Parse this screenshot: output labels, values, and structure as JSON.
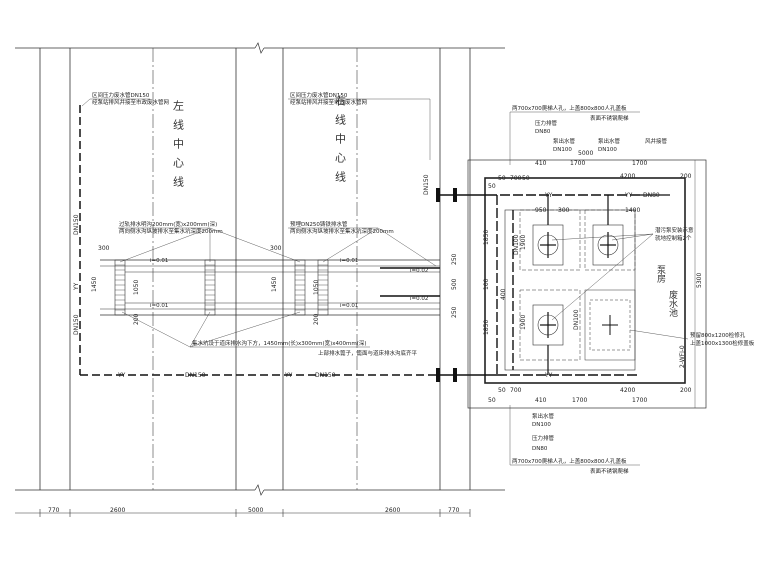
{
  "labels": {
    "left_centerline": "左线中心线",
    "right_centerline": "右线中心线",
    "pipe_dn150_left": "DN150",
    "pipe_dn150_right": "DN150",
    "pipe_note_left_1": "区间压力废水管DN150",
    "pipe_note_left_2": "经泵站排风井接至市政废水管网",
    "pipe_note_right_1": "区间压力废水管DN150",
    "pipe_note_right_2": "经泵站排风井接至市政废水管网",
    "dn150_vertical": "DN150",
    "yy": "YY",
    "bottom_dn150_a": "DN150",
    "bottom_dn150_b": "DN150",
    "slope_1": "i=0.01",
    "slope_2": "i=0.01",
    "slope_3": "i=0.01",
    "slope_4": "i=0.01",
    "slope_5": "i=0.02",
    "slope_6": "i=0.02",
    "note_grate_1": "过轨排水明沟200mm(宽)x200mm(深)",
    "note_grate_2": "两向侧水沟纵坡排水至集水坑深度200mm",
    "note_pipe_1": "预埋DN250铸铁排水管",
    "note_pipe_2": "两向侧水沟纵坡排水至集水坑深度200mm",
    "note_pit_1": "集水坑设于道床排水沟下方，1450mm(长)x300mm(宽)x400mm(深)",
    "note_pit_2": "上部排水篦子，篦面与道床排水沟底齐平",
    "top_note_1": "两700x700爬梯人孔，上盖800x800人孔盖板",
    "top_note_2": "表面不锈钢爬梯",
    "bot_note_1": "两700x700爬梯人孔，上盖800x800人孔盖板",
    "bot_note_2": "表面不锈钢爬梯",
    "top_pipe_1": "压力排管",
    "top_pipe_2": "DN80",
    "top_pipe_3": "泵出水管",
    "top_pipe_4": "DN100",
    "top_pipe_5": "泵出水管",
    "top_pipe_6": "DN100",
    "top_pipe_7": "风井接管",
    "bot_pipe_1": "泵出水管",
    "bot_pipe_2": "DN100",
    "bot_pipe_3": "压力排管",
    "bot_pipe_4": "DN80",
    "pump_note_1": "潜污泵安装示意",
    "pump_note_2": "就地控制箱2个",
    "hatch_note_1": "预留800x1200检修孔",
    "hatch_note_2": "上盖1000x1300检修盖板",
    "dn100_side": "DN100",
    "dn80_side": "DN80",
    "dn150_side": "DN150",
    "pump_room": "泵房",
    "well_label": "2-WFJ-0",
    "sump_label": "废水池"
  },
  "dims": {
    "bottom": [
      "770",
      "2600",
      "5000",
      "2600",
      "770"
    ],
    "top_row": [
      "410",
      "1700",
      "1700"
    ],
    "top_total": "5000",
    "top_4200": "4200",
    "bot_4200": "4200",
    "bot_row": [
      "410",
      "1700",
      "1700"
    ],
    "right_200_top": "200",
    "right_200_bot": "200",
    "right_5300": "5300",
    "top_200": "200",
    "left_50_a": "50",
    "left_50_b": "50",
    "left_700": "700",
    "left_50_c": "50",
    "bot_50_a": "50",
    "bot_700": "700",
    "bot_50_b": "50",
    "v_950": "950",
    "v_300": "300",
    "v_1400": "1400",
    "v_1850_a": "1850",
    "v_1850_b": "1850",
    "v_1900_a": "1900",
    "v_1900_b": "1900",
    "v_400": "400",
    "v_100": "100",
    "v_500": "500",
    "v_250_a": "250",
    "v_250_b": "250",
    "track_1450_a": "1450",
    "track_1450_b": "1450",
    "track_1050_a": "1050",
    "track_1050_b": "1050",
    "track_300_a": "300",
    "track_300_b": "300",
    "track_200_a": "200",
    "track_200_b": "200",
    "dn80_right": "DN80"
  }
}
